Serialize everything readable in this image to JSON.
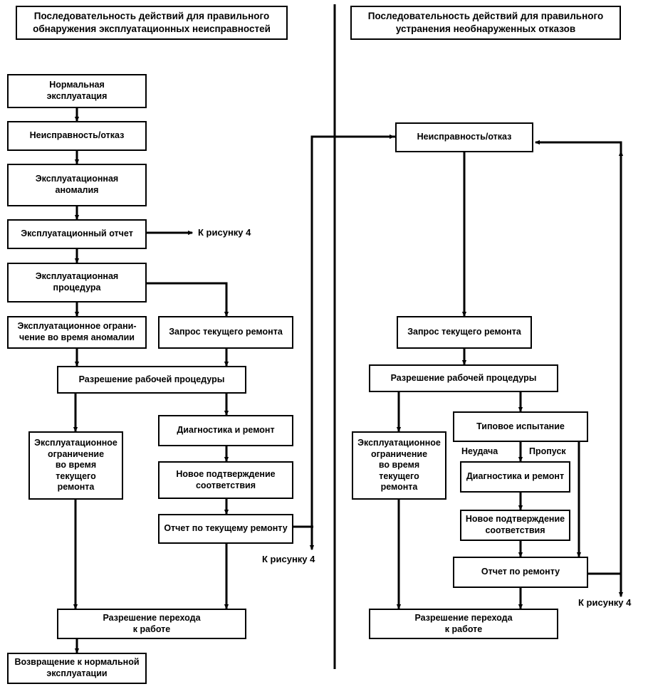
{
  "figure": {
    "title_left": "Последовательность действий для правильного\nобнаружения эксплуатационных неисправностей",
    "title_right": "Последовательность действий для правильного\nустранения необнаруженных отказов"
  },
  "left_column": {
    "nodes": [
      {
        "id": "l1",
        "label": "Нормальная\nэксплуатация"
      },
      {
        "id": "l2",
        "label": "Неисправность/отказ"
      },
      {
        "id": "l3",
        "label": "Эксплуатационная\nаномалия"
      },
      {
        "id": "l4",
        "label": "Эксплуатационный отчет"
      },
      {
        "id": "l5",
        "label": "Эксплуатационная\nпроцедура"
      },
      {
        "id": "l6",
        "label": "Эксплуатационное ограни-\nчение во время аномалии"
      },
      {
        "id": "l7",
        "label": "Запрос текущего ремонта"
      },
      {
        "id": "l8",
        "label": "Разрешение рабочей процедуры"
      },
      {
        "id": "l9",
        "label": "Эксплуатационное\nограничение\nво время\nтекущего\nремонта"
      },
      {
        "id": "l10",
        "label": "Диагностика и ремонт"
      },
      {
        "id": "l11",
        "label": "Новое подтверждение\nсоответствия"
      },
      {
        "id": "l12",
        "label": "Отчет по текущему ремонту"
      },
      {
        "id": "l13",
        "label": "Разрешение перехода\nк работе"
      },
      {
        "id": "l14",
        "label": "Возвращение к нормальной\nэксплуатации"
      }
    ],
    "annotations": [
      {
        "id": "la1",
        "text": "К рисунку 4"
      },
      {
        "id": "la2",
        "text": "К рисунку 4"
      }
    ]
  },
  "right_column": {
    "nodes": [
      {
        "id": "r1",
        "label": "Неисправность/отказ"
      },
      {
        "id": "r2",
        "label": "Запрос текущего ремонта"
      },
      {
        "id": "r3",
        "label": "Разрешение рабочей процедуры"
      },
      {
        "id": "r4",
        "label": "Эксплуатационное\nограничение\nво время\nтекущего\nремонта"
      },
      {
        "id": "r5",
        "label": "Типовое испытание"
      },
      {
        "id": "r6",
        "label": "Диагностика и ремонт"
      },
      {
        "id": "r7",
        "label": "Новое подтверждение\nсоответствия"
      },
      {
        "id": "r8",
        "label": "Отчет по ремонту"
      },
      {
        "id": "r9",
        "label": "Разрешение перехода\nк работе"
      }
    ],
    "annotations": [
      {
        "id": "ra1",
        "text": "Неудача"
      },
      {
        "id": "ra2",
        "text": "Пропуск"
      },
      {
        "id": "ra3",
        "text": "К рисунку 4"
      }
    ]
  },
  "colors": {
    "stroke": "#000000",
    "background": "#ffffff"
  }
}
